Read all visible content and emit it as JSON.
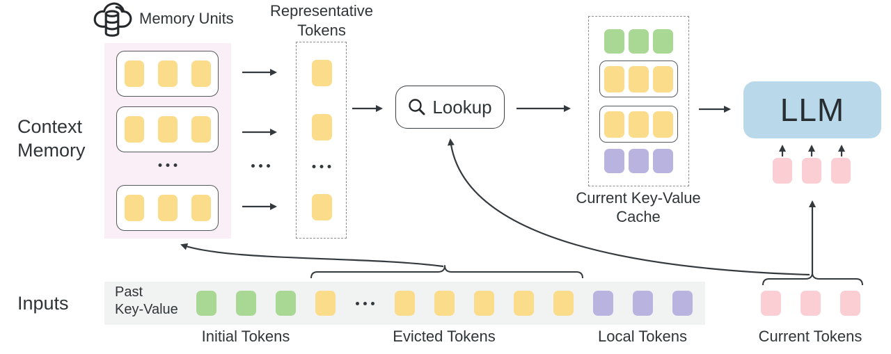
{
  "colors": {
    "yellow": "#fbdc8a",
    "green": "#a9d894",
    "purple": "#b9b3df",
    "pink": "#fbced4",
    "llm_blue": "#b9d8ea",
    "memory_bg": "#faeef7",
    "strip_bg": "#f1f3f3",
    "ink": "#2f3437",
    "stroke": "#34393d"
  },
  "context_memory": {
    "label_line1": "Context",
    "label_line2": "Memory",
    "units_label": "Memory Units",
    "icon": "cloud-database-icon",
    "units": [
      {
        "tokens": [
          "yellow",
          "yellow",
          "yellow"
        ]
      },
      {
        "tokens": [
          "yellow",
          "yellow",
          "yellow"
        ]
      },
      {
        "tokens": [
          "yellow",
          "yellow",
          "yellow"
        ]
      }
    ]
  },
  "representative": {
    "label_line1": "Representative",
    "label_line2": "Tokens",
    "tokens": [
      "yellow",
      "yellow",
      "ellipsis",
      "yellow"
    ]
  },
  "lookup": {
    "label": "Lookup",
    "icon": "magnifier-icon"
  },
  "kv_cache": {
    "label_line1": "Current Key-Value",
    "label_line2": "Cache",
    "rows": [
      {
        "style": "bare",
        "tokens": [
          "green",
          "green",
          "green"
        ]
      },
      {
        "style": "boxed",
        "tokens": [
          "yellow",
          "yellow",
          "yellow"
        ]
      },
      {
        "style": "boxed",
        "tokens": [
          "yellow",
          "yellow",
          "yellow"
        ]
      },
      {
        "style": "bare",
        "tokens": [
          "purple",
          "purple",
          "purple"
        ]
      }
    ]
  },
  "llm": {
    "label": "LLM",
    "input_tokens": [
      "pink",
      "pink",
      "pink"
    ]
  },
  "inputs": {
    "label": "Inputs",
    "strip_label_line1": "Past",
    "strip_label_line2": "Key-Value",
    "tokens": [
      "green",
      "green",
      "green",
      "yellow",
      "ellipsis",
      "yellow",
      "yellow",
      "yellow",
      "yellow",
      "yellow",
      "purple",
      "purple",
      "purple"
    ],
    "current_tokens": [
      "pink",
      "pink",
      "pink"
    ],
    "groups": [
      {
        "label": "Initial Tokens"
      },
      {
        "label": "Evicted Tokens"
      },
      {
        "label": "Local Tokens"
      },
      {
        "label": "Current Tokens"
      }
    ]
  }
}
